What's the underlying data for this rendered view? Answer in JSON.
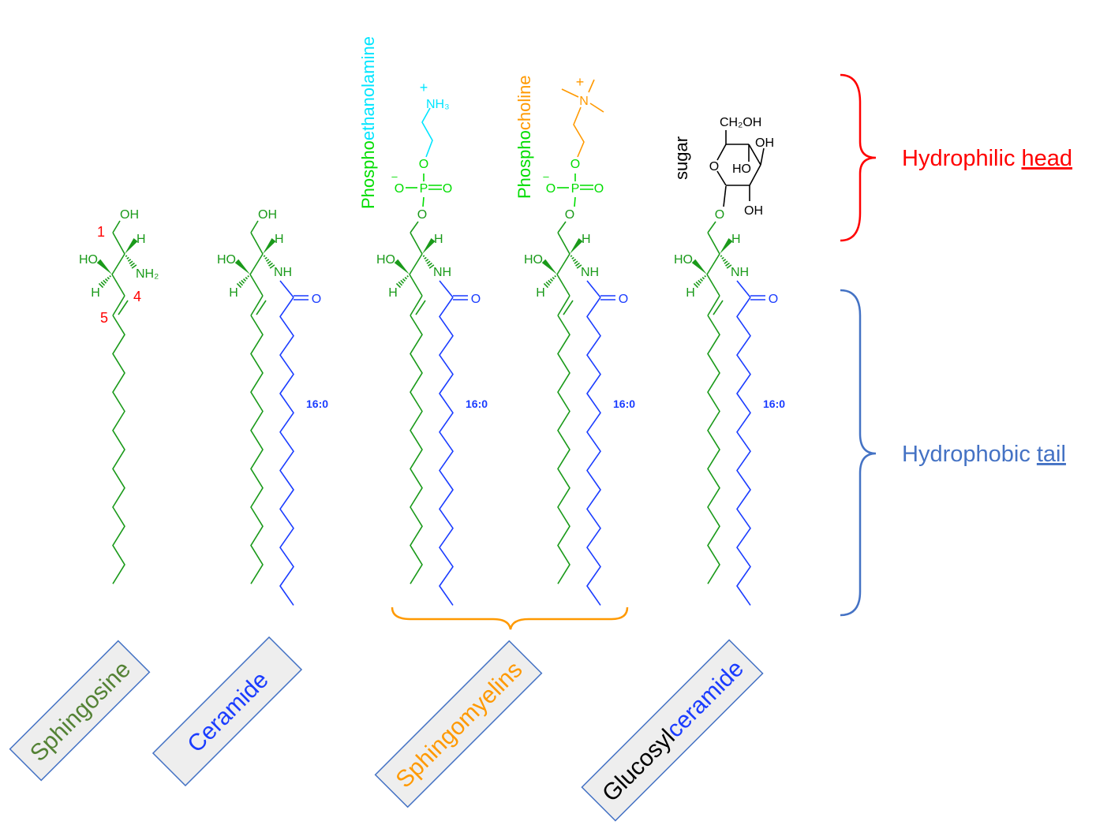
{
  "colors": {
    "chain_green": "#1a9a1a",
    "acyl_blue": "#1a3cff",
    "phospho_green": "#00dd00",
    "ethanolamine_cyan": "#00e5ff",
    "choline_orange": "#ff9900",
    "head_red": "#ff0000",
    "tail_blue": "#4472c4",
    "sphingosine_olive": "#548235",
    "box_fill": "#eeeeee",
    "number_red": "#ff0000"
  },
  "atoms": {
    "OH": "OH",
    "HO": "HO",
    "H": "H",
    "NH": "NH",
    "NH2": "NH₂",
    "NH3": "NH₃",
    "O": "O",
    "P": "P",
    "N": "N",
    "plus": "+",
    "minus": "–",
    "CH2OH": "CH₂OH"
  },
  "carbon_numbers": [
    "1",
    "4",
    "5"
  ],
  "acyl_label": "16:0",
  "head_labels": {
    "phosphoethanolamine": [
      "Phospho",
      "ethanolamine"
    ],
    "phosphocholine": [
      "Phospho",
      "choline"
    ],
    "sugar": "sugar"
  },
  "regions": {
    "head": {
      "prefix": "Hydrophilic ",
      "word": "head"
    },
    "tail": {
      "prefix": "Hydrophobic ",
      "word": "tail"
    }
  },
  "names": {
    "sphingosine": "Sphingosine",
    "ceramide": "Ceramide",
    "sphingomyelins": "Sphingomyelins",
    "glucosylceramide": [
      "Glucosyl",
      "ceramide"
    ]
  }
}
